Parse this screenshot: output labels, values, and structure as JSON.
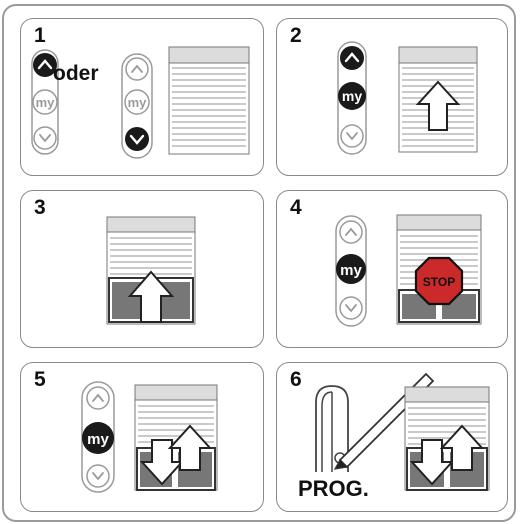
{
  "steps": [
    {
      "number": "1",
      "connector_text": "oder"
    },
    {
      "number": "2"
    },
    {
      "number": "3"
    },
    {
      "number": "4",
      "sign_text": "STOP"
    },
    {
      "number": "5"
    },
    {
      "number": "6",
      "label": "PROG."
    }
  ],
  "remote": {
    "my_label": "my"
  },
  "colors": {
    "panel_border": "#8a8a8a",
    "outline": "#9a9a9a",
    "dark_button": "#1a1a1a",
    "shutter_line": "#b8b8b8",
    "stop_red": "#cc2a2a"
  },
  "icons": [
    "up-arrow-icon",
    "down-arrow-icon",
    "my-button-icon",
    "shutter-icon",
    "stop-sign-icon",
    "pen-icon",
    "remote-icon"
  ]
}
